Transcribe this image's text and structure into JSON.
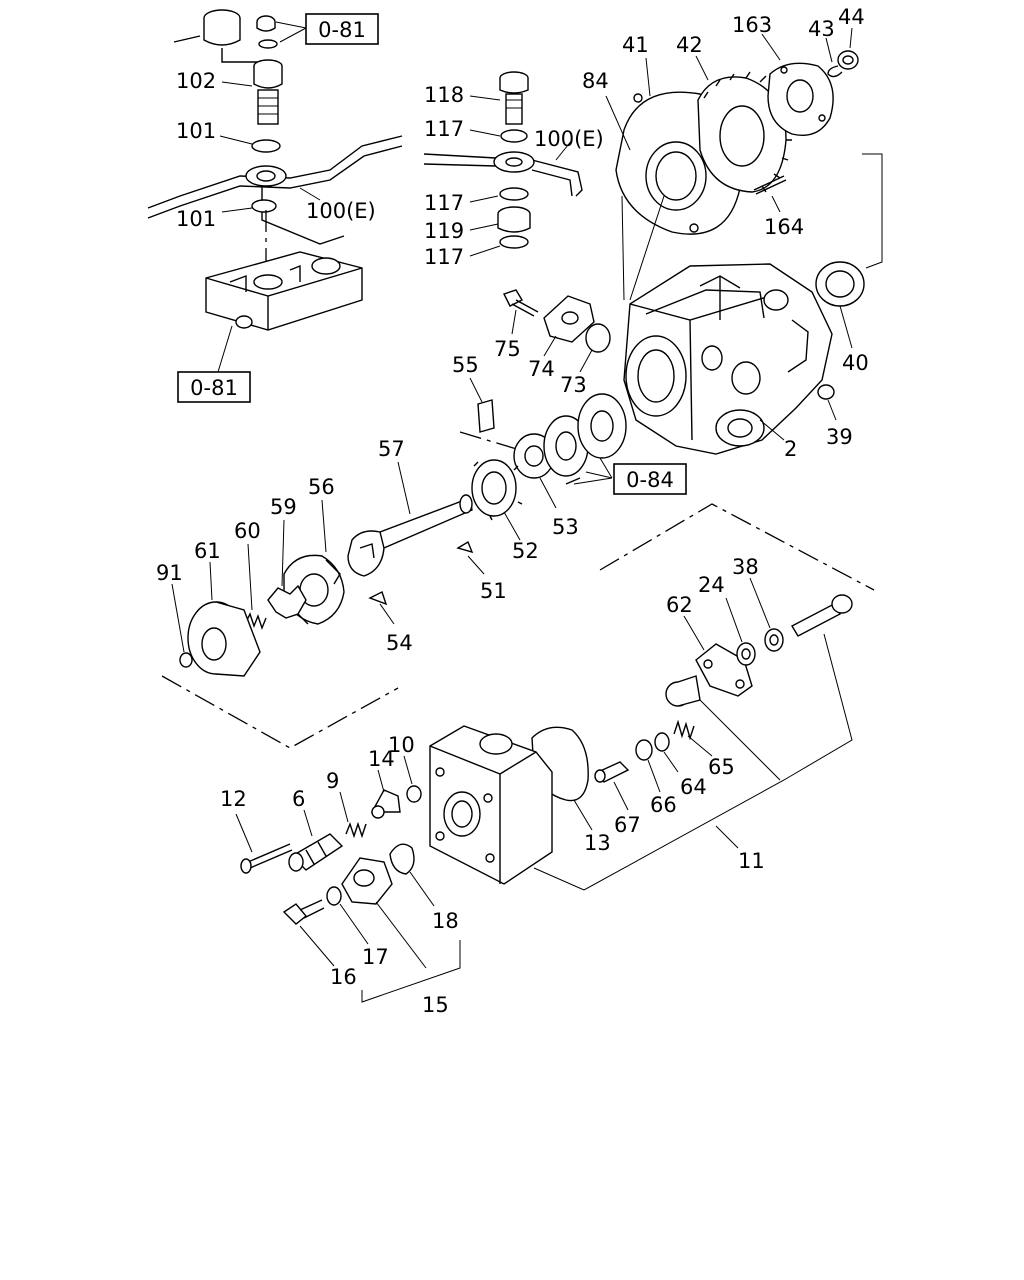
{
  "callouts": {
    "c44": "44",
    "c43": "43",
    "c163": "163",
    "c41": "41",
    "c42": "42",
    "c84": "84",
    "c164": "164",
    "c40": "40",
    "c39": "39",
    "c2": "2",
    "c102": "102",
    "c101a": "101",
    "c101b": "101",
    "c100a": "100(E)",
    "c100b": "100(E)",
    "c118": "118",
    "c117a": "117",
    "c117b": "117",
    "c117c": "117",
    "c119": "119",
    "c75": "75",
    "c74": "74",
    "c73": "73",
    "c55": "55",
    "c57": "57",
    "c53": "53",
    "c52": "52",
    "c51": "51",
    "c54": "54",
    "c56": "56",
    "c59": "59",
    "c60": "60",
    "c61": "61",
    "c91": "91",
    "c62": "62",
    "c24": "24",
    "c38": "38",
    "c65": "65",
    "c64": "64",
    "c66": "66",
    "c67": "67",
    "c13": "13",
    "c11": "11",
    "c10": "10",
    "c14": "14",
    "c9": "9",
    "c6": "6",
    "c12": "12",
    "c18": "18",
    "c17": "17",
    "c16": "16",
    "c15": "15"
  },
  "refs": {
    "top": "0-81",
    "mid": "0-81",
    "right": "0-84"
  }
}
